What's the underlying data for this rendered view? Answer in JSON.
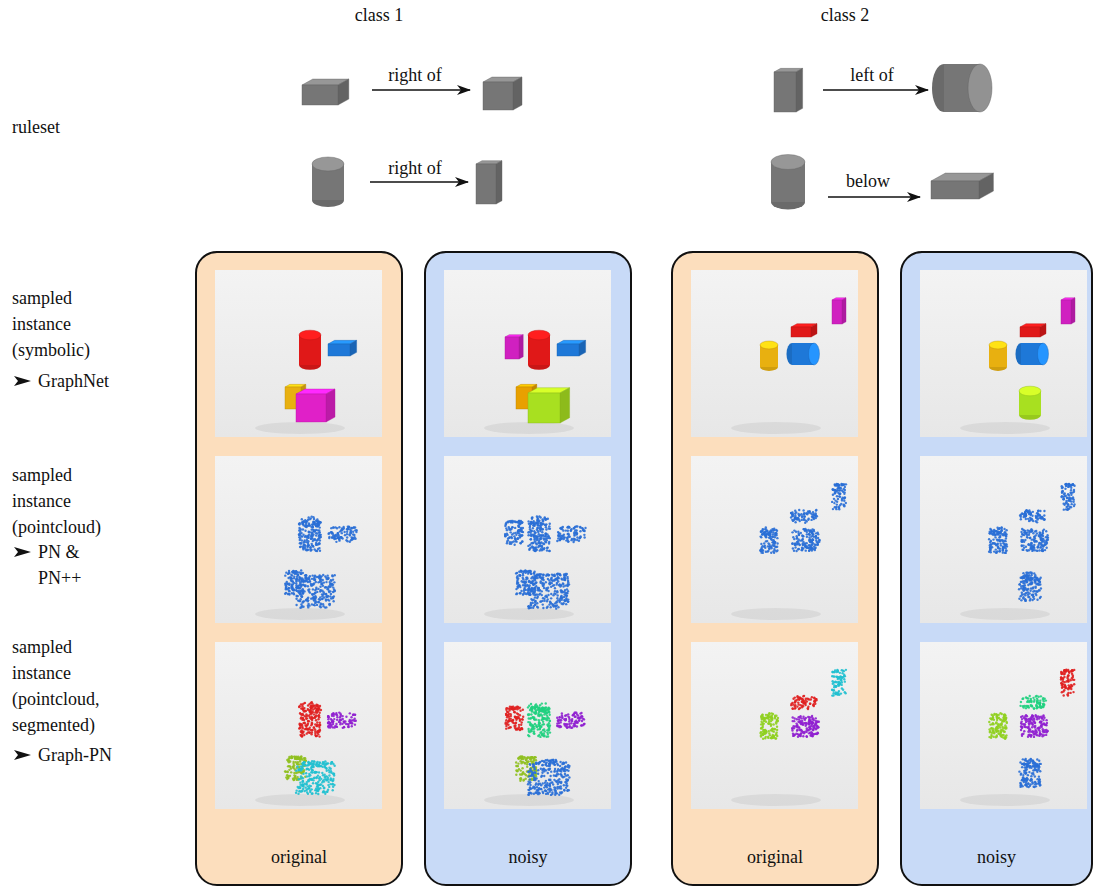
{
  "diagram": {
    "nodes": [
      {
        "text": [
          "original"
        ]
      },
      {
        "text": [
          "noisy"
        ]
      },
      {
        "text": [
          "original"
        ]
      },
      {
        "text": [
          "noisy"
        ]
      }
    ],
    "labels": [
      "class 1",
      "class 2",
      "ruleset",
      "right of",
      "right of",
      "left of",
      "below",
      "sampled instance (symbolic)",
      "GraphNet",
      "sampled instance (pointcloud)",
      "PN & PN++",
      "sampled instance (pointcloud, segmented)",
      "Graph-PN"
    ]
  }
}
